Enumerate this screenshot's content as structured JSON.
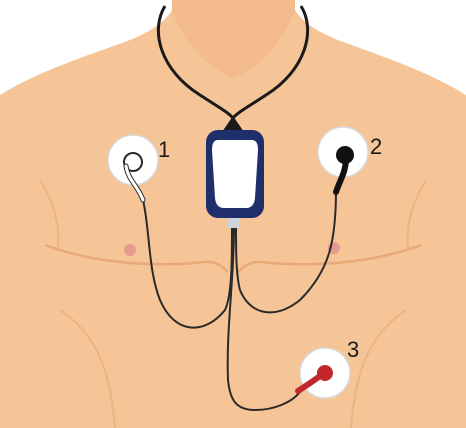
{
  "electrodes": [
    {
      "number": "1",
      "lead_color": "#ffffff"
    },
    {
      "number": "2",
      "lead_color": "#111111"
    },
    {
      "number": "3",
      "lead_color": "#c1272d"
    }
  ],
  "colors": {
    "skin": "#f6c597",
    "skin_shadow": "#e8a877",
    "nipple": "#e59a8f",
    "cable": "#2a2a2a",
    "device_body": "#1f2f6b",
    "device_face": "#ffffff"
  }
}
